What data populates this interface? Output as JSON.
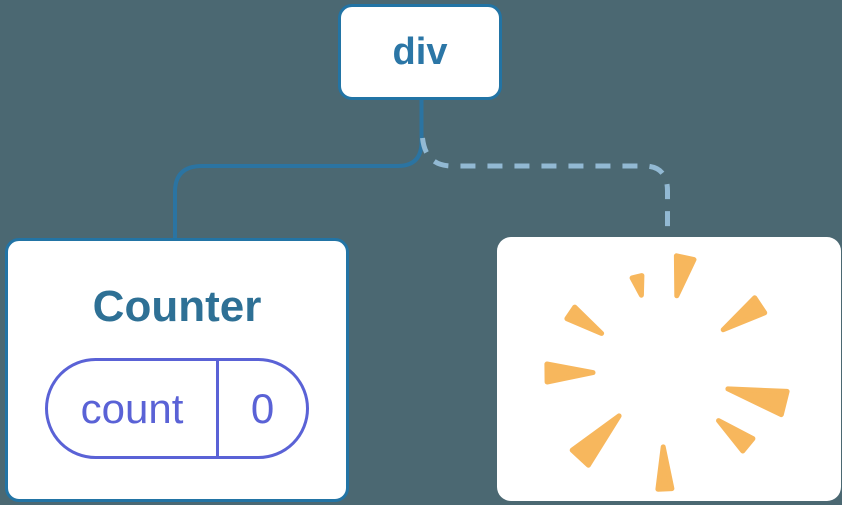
{
  "tree": {
    "root": {
      "label": "div"
    },
    "counter": {
      "title": "Counter",
      "state": {
        "key": "count",
        "value": "0"
      }
    },
    "removed": {
      "icon": "poof-icon"
    }
  },
  "edges": [
    {
      "from": "div",
      "to": "Counter",
      "style": "solid"
    },
    {
      "from": "div",
      "to": "removed",
      "style": "dashed"
    }
  ],
  "colors": {
    "background": "#4b6872",
    "card_bg": "#ffffff",
    "card_border": "#2274a5",
    "root_label": "#2b76a6",
    "counter_title": "#2e7095",
    "pill": "#5a62d6",
    "solid_edge": "#2b74a2",
    "dashed_edge": "#92b9d3",
    "poof": "#f7b75d"
  }
}
